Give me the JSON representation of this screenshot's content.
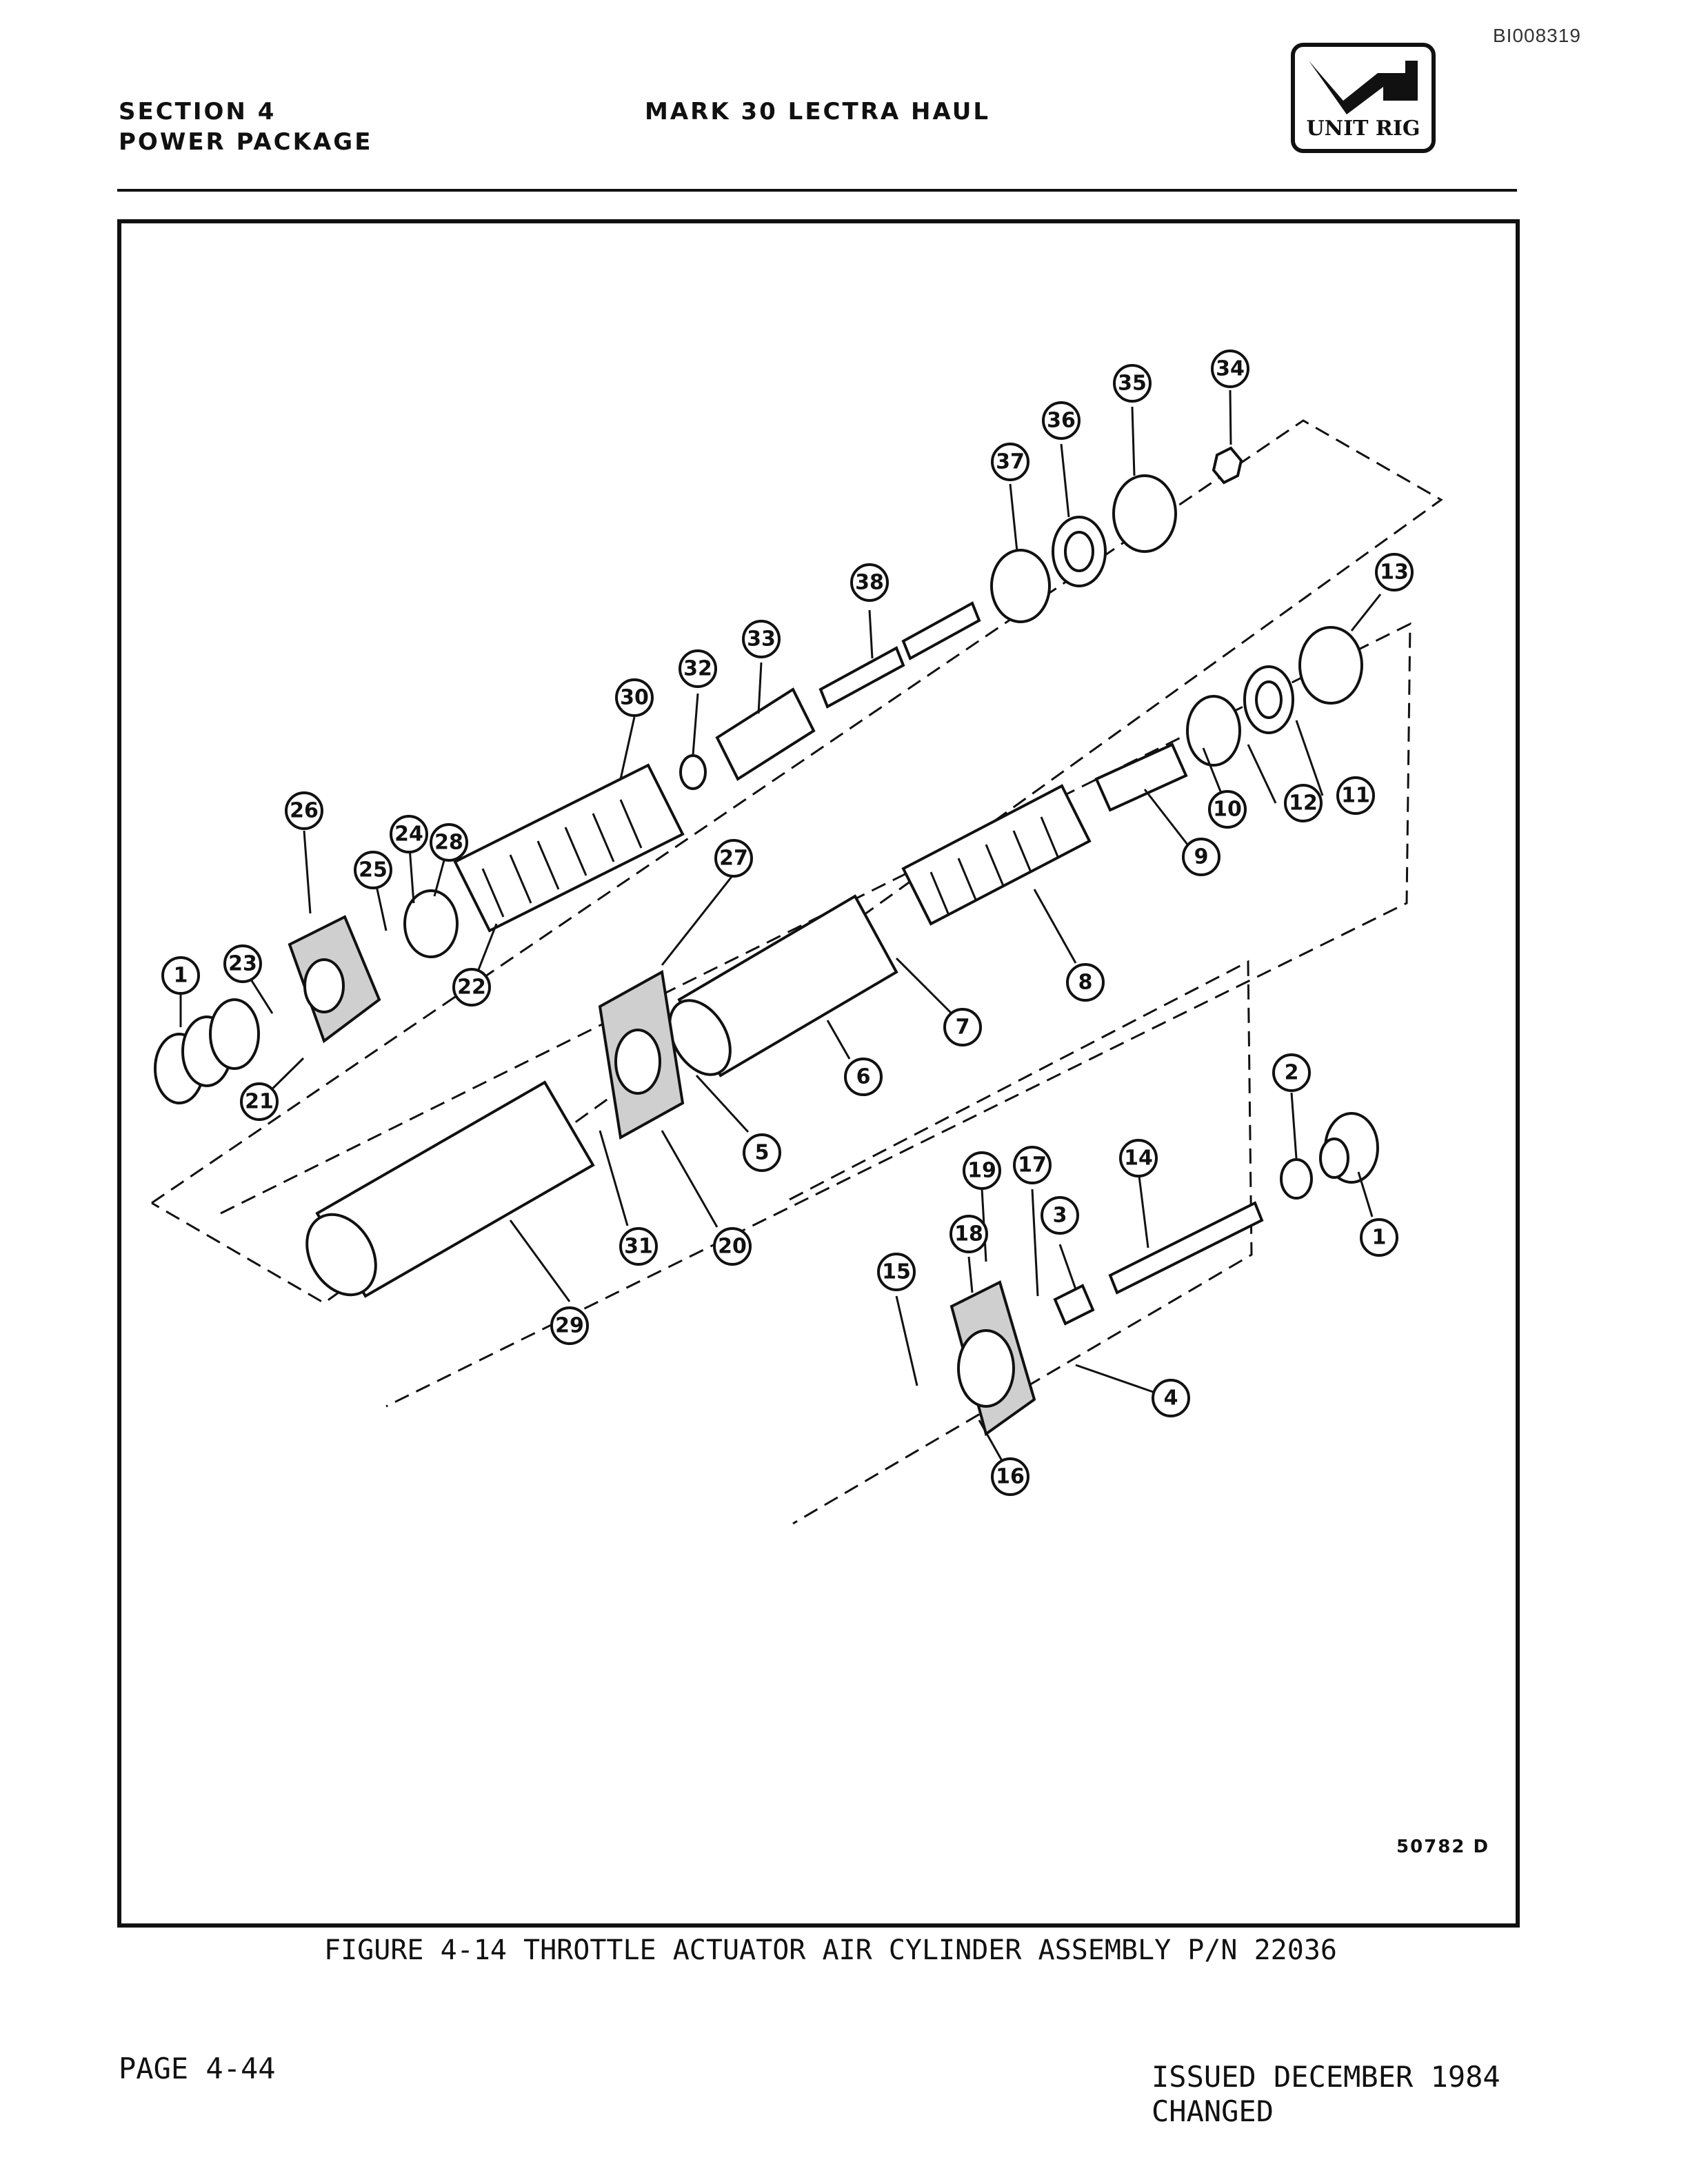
{
  "document": {
    "doc_id": "BI008319",
    "section": "SECTION 4",
    "subsection": "POWER PACKAGE",
    "title": "MARK 30 LECTRA HAUL",
    "logo_text": "UNIT RIG",
    "drawing_number": "50782 D",
    "caption": "FIGURE 4-14 THROTTLE ACTUATOR AIR CYLINDER ASSEMBLY P/N 22036",
    "page": "PAGE 4-44",
    "issued": "ISSUED DECEMBER 1984",
    "changed": "CHANGED"
  },
  "callouts": [
    "1",
    "2",
    "3",
    "4",
    "5",
    "6",
    "7",
    "8",
    "9",
    "10",
    "11",
    "12",
    "13",
    "14",
    "15",
    "16",
    "17",
    "18",
    "19",
    "20",
    "21",
    "22",
    "23",
    "24",
    "25",
    "26",
    "27",
    "28",
    "29",
    "30",
    "31",
    "32",
    "33",
    "34",
    "35",
    "36",
    "37",
    "38"
  ]
}
